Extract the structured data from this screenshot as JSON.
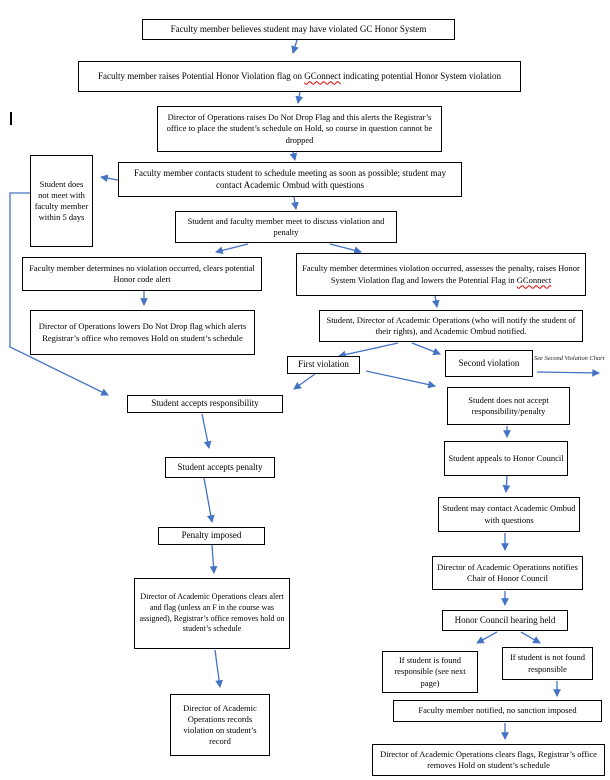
{
  "colors": {
    "arrow_blue": "#4472C4",
    "box_border": "#000000",
    "background": "#FFFFFF",
    "spellcheck_red": "#E00000"
  },
  "side_note": {
    "label": "See Second Violation Chart"
  },
  "nodes": [
    {
      "text": "Faculty member believes student may have violated GC Honor System"
    },
    {
      "text_pre": "Faculty member raises Potential Honor Violation flag on ",
      "flagged": "GConnect",
      "text_post": " indicating potential Honor System violation"
    },
    {
      "text": "Director of Operations raises Do Not Drop Flag and this alerts the Registrar’s office to place the student’s schedule on Hold, so course in question cannot be dropped"
    },
    {
      "text": "Faculty member contacts student to schedule meeting as soon as possible; student may contact Academic Ombud with questions"
    },
    {
      "text": "Student does not meet with faculty member within 5 days"
    },
    {
      "text": "Student and faculty member meet to discuss violation and penalty"
    },
    {
      "text": "Faculty member determines no violation occurred, clears potential Honor code alert"
    },
    {
      "text_pre": "Faculty member determines violation occurred, assesses the penalty, raises Honor System Violation flag and lowers the Potential Flag in ",
      "flagged": "GConnect",
      "text_post": ""
    },
    {
      "text": "Director of Operations lowers Do Not Drop flag which alerts Registrar’s office who removes Hold on student’s schedule"
    },
    {
      "text": "Student, Director of Academic Operations (who will notify the student of their rights), and Academic Ombud notified."
    },
    {
      "text": "First violation"
    },
    {
      "text": "Second violation"
    },
    {
      "text": "Student accepts responsibility"
    },
    {
      "text": "Student does not accept responsibility/penalty"
    },
    {
      "text": "Student appeals to Honor Council"
    },
    {
      "text": "Student accepts penalty"
    },
    {
      "text": "Student may contact Academic Ombud with questions"
    },
    {
      "text": "Penalty imposed"
    },
    {
      "text": "Director of Academic Operations notifies Chair of Honor Council"
    },
    {
      "text": "Director of Academic Operations clears alert and flag (unless an F in the course was assigned), Registrar’s office removes hold on student’s schedule"
    },
    {
      "text": "Honor Council hearing held"
    },
    {
      "text": "If student is found responsible (see next page)"
    },
    {
      "text": "If student is not found responsible"
    },
    {
      "text": "Faculty member notified, no sanction imposed"
    },
    {
      "text": "Director of Academic Operations records violation on student’s record"
    },
    {
      "text": "Director of Academic Operations clears flags, Registrar’s office removes Hold on student’s schedule"
    }
  ]
}
